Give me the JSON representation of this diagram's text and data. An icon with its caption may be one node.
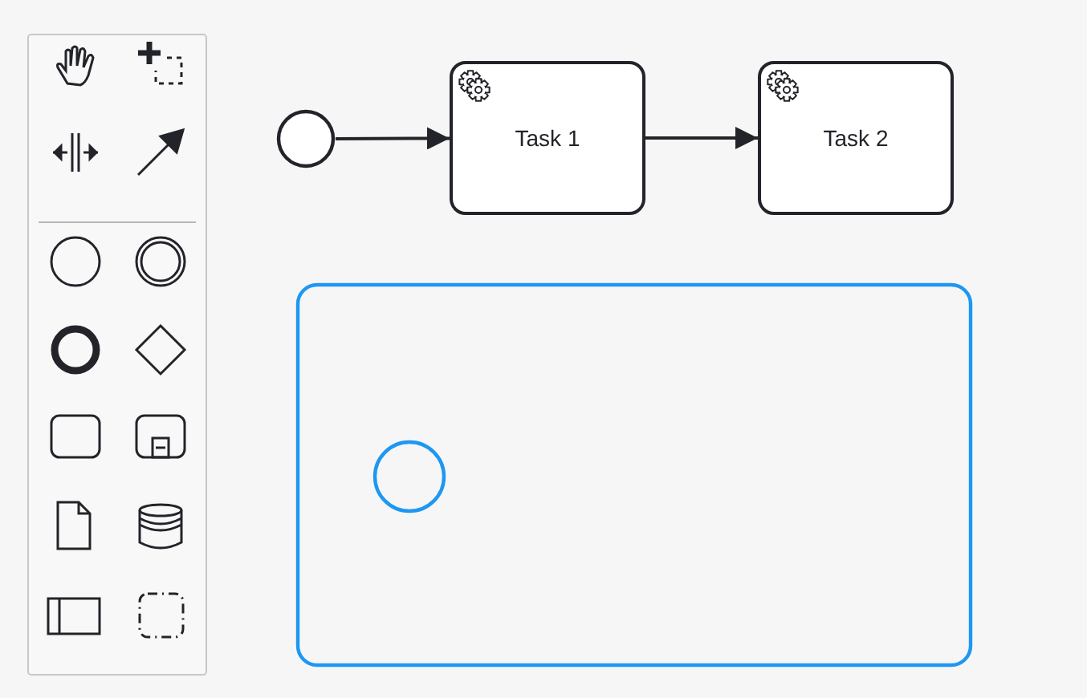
{
  "diagram": {
    "nodes": [
      {
        "text": [],
        "shape": "circle"
      },
      {
        "text": [
          "Task 1"
        ]
      },
      {
        "text": [
          "Task 2"
        ]
      },
      {
        "text": [],
        "shape": "box"
      },
      {
        "text": [],
        "shape": "circle",
        "in": 3
      }
    ],
    "edges": [
      {
        "from": 0,
        "to": 1,
        "arrow": "to"
      },
      {
        "from": 1,
        "to": 2,
        "arrow": "to"
      }
    ]
  }
}
